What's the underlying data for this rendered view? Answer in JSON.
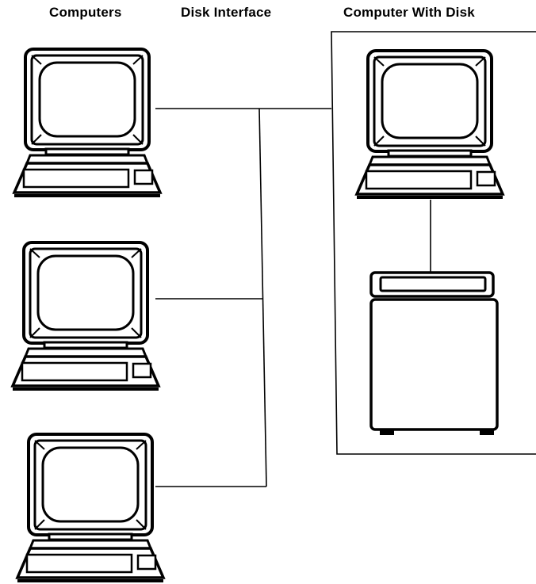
{
  "headings": {
    "computers": "Computers",
    "disk_interface": "Disk Interface",
    "computer_with_disk": "Computer With Disk"
  },
  "colors": {
    "ink": "#000000",
    "paper": "#ffffff"
  },
  "icons": {
    "computer": "computer-icon",
    "disk_drive": "disk-drive-icon"
  }
}
